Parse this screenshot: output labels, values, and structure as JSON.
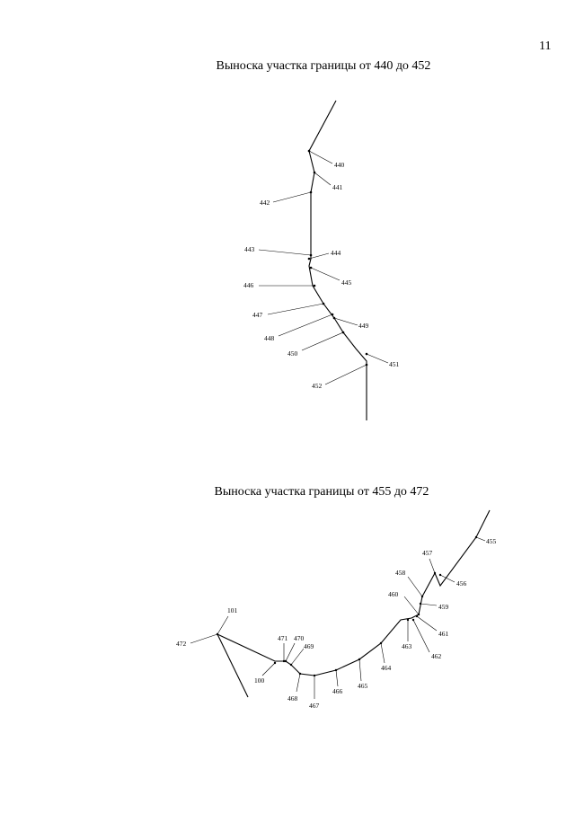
{
  "page_number": "11",
  "diagrams": [
    {
      "title": "Выноска участка границы от 440 до 452",
      "labels": [
        "440",
        "441",
        "442",
        "443",
        "444",
        "445",
        "446",
        "447",
        "448",
        "449",
        "450",
        "451",
        "452"
      ]
    },
    {
      "title": "Выноска участка границы от 455 до 472",
      "labels": [
        "455",
        "456",
        "457",
        "458",
        "459",
        "460",
        "461",
        "462",
        "463",
        "464",
        "465",
        "466",
        "467",
        "468",
        "469",
        "470",
        "471",
        "100",
        "101",
        "472"
      ]
    }
  ]
}
